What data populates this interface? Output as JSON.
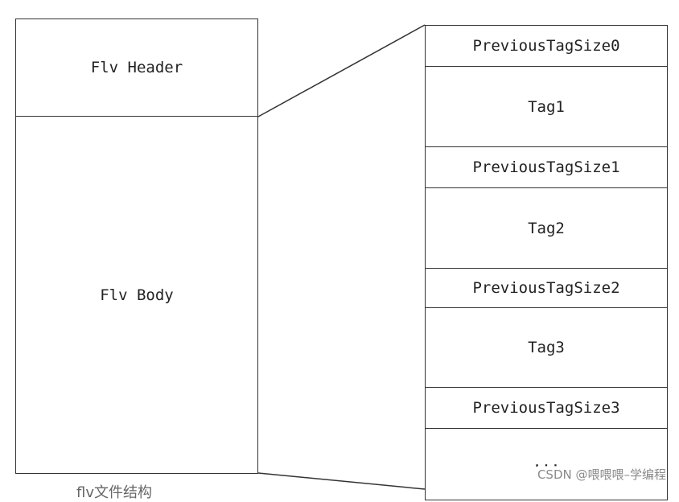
{
  "left_column": {
    "header_label": "Flv Header",
    "body_label": "Flv Body"
  },
  "right_column": {
    "segments": [
      "PreviousTagSize0",
      "Tag1",
      "PreviousTagSize1",
      "Tag2",
      "PreviousTagSize2",
      "Tag3",
      "PreviousTagSize3",
      "..."
    ]
  },
  "caption": "flv文件结构",
  "watermark": "CSDN @喂喂喂–学编程"
}
